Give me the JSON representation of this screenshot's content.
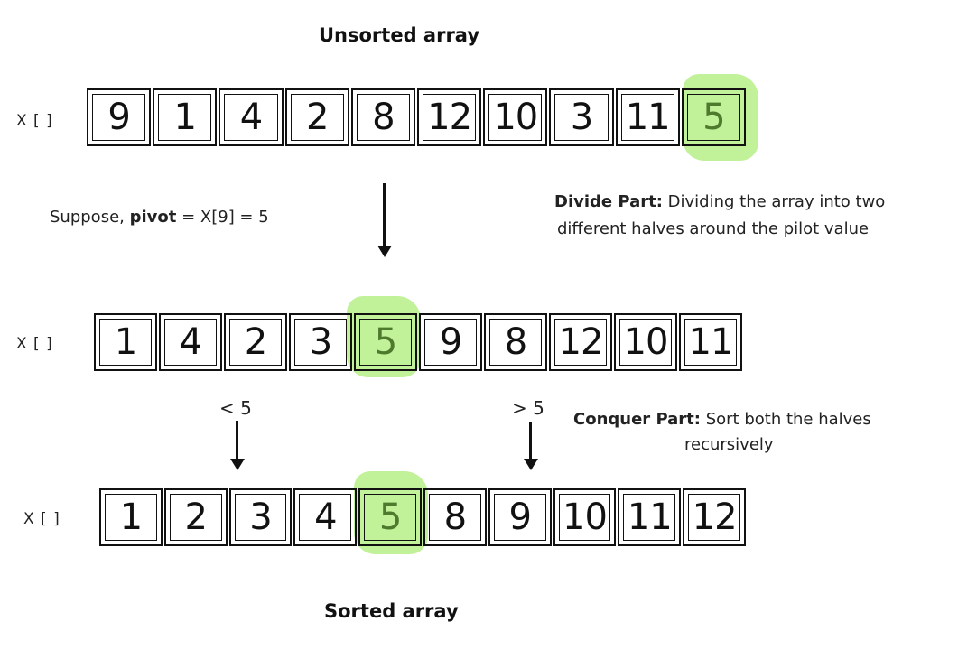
{
  "titles": {
    "top": "Unsorted array",
    "bottom": "Sorted array"
  },
  "array_label": "X [ ]",
  "rows": {
    "unsorted": [
      "9",
      "1",
      "4",
      "2",
      "8",
      "12",
      "10",
      "3",
      "11",
      "5"
    ],
    "partitioned": [
      "1",
      "4",
      "2",
      "3",
      "5",
      "9",
      "8",
      "12",
      "10",
      "11"
    ],
    "sorted": [
      "1",
      "2",
      "3",
      "4",
      "5",
      "8",
      "9",
      "10",
      "11",
      "12"
    ]
  },
  "pivot_note": {
    "prefix": "Suppose, ",
    "bold": "pivot",
    "suffix": " = X[9] = 5"
  },
  "divide_note": {
    "bold": "Divide Part:",
    "line1": " Dividing the array into two",
    "line2": "different halves around the pilot value"
  },
  "conquer_note": {
    "bold": "Conquer Part:",
    "line1": " Sort both the halves",
    "line2": "recursively"
  },
  "less_label": "< 5",
  "greater_label": "> 5",
  "colors": {
    "highlight": "#b6ee86",
    "pivot_text": "#4e7a2e"
  }
}
